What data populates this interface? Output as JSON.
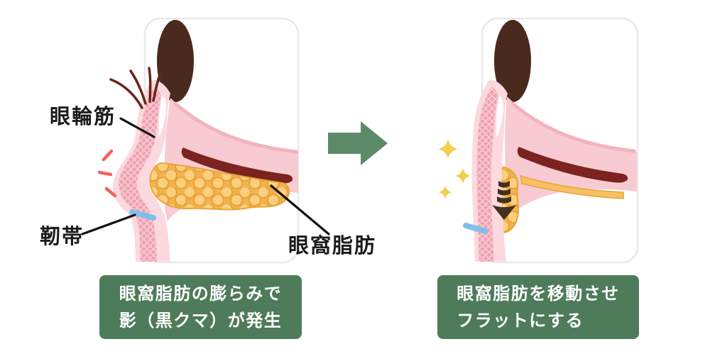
{
  "before": {
    "anatomy_labels": {
      "orbicularis_muscle": "眼輪筋",
      "ligament": "靭帯",
      "orbital_fat": "眼窩脂肪"
    },
    "caption": {
      "line1": "眼窩脂肪の膨らみで",
      "line2": "影（黒クマ）が発生"
    }
  },
  "after": {
    "caption": {
      "line1": "眼窩脂肪を移動させ",
      "line2": "フラットにする"
    }
  },
  "icons": {
    "transition_arrow": "right-arrow",
    "movement_arrow": "down-arrow",
    "sparkles": "sparkle",
    "stress_marks": "emphasis-lines",
    "ligament_marker": "blue-band"
  },
  "colors": {
    "caption_box_green": "#4e7b5a",
    "transition_arrow_green": "#5d8a68",
    "skin_pink": "#fbd9de",
    "under_eye_band_pink": "#f8cad2",
    "muscle_pink": "#f0a0af",
    "fat_orange": "#f2b24e",
    "fat_ball_fill": "#fbcf7f",
    "fat_outline_orange": "#e8a438",
    "deep_muscle_red": "#7b231e",
    "eye_brown": "#4a2a1e",
    "eyelash_brown": "#6b241b",
    "ligament_blue": "#7fc0ea",
    "stress_red": "#f2625c",
    "sparkle_yellow": "#f5ce4f",
    "movement_arrow_brown": "#42301f",
    "label_text": "#1c1c1c"
  }
}
